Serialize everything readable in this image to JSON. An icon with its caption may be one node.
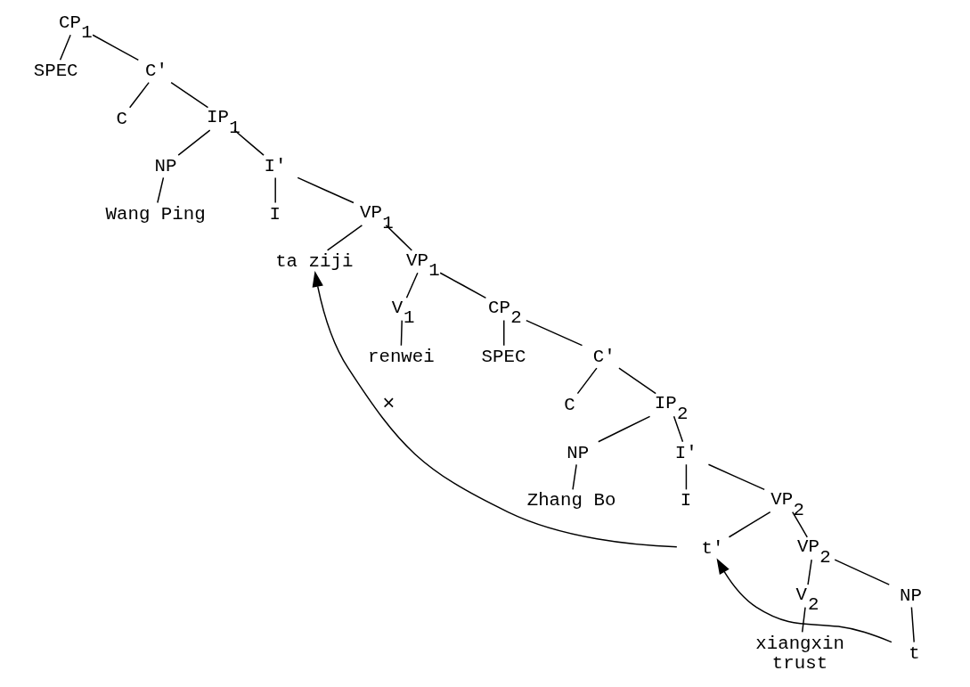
{
  "diagram": {
    "nodes": [
      {
        "text": [
          "CP$_{1}$"
        ]
      },
      {
        "text": [
          "SPEC"
        ]
      },
      {
        "text": [
          "C′"
        ]
      },
      {
        "text": [
          "C"
        ]
      },
      {
        "text": [
          "IP$_{1}$"
        ]
      },
      {
        "text": [
          "NP"
        ]
      },
      {
        "text": [
          "I′"
        ]
      },
      {
        "text": [
          "Wang Ping"
        ]
      },
      {
        "text": [
          "I"
        ]
      },
      {
        "text": [
          "VP$_{1}$"
        ]
      },
      {
        "text": [
          "ta ziji"
        ]
      },
      {
        "text": [
          "VP$_{1}$"
        ]
      },
      {
        "text": [
          "V$_{1}$"
        ]
      },
      {
        "text": [
          "CP$_{2}$"
        ]
      },
      {
        "text": [
          "renwei"
        ]
      },
      {
        "text": [
          "SPEC"
        ]
      },
      {
        "text": [
          "C′"
        ]
      },
      {
        "text": [
          "C"
        ]
      },
      {
        "text": [
          "IP$_{2}$"
        ]
      },
      {
        "text": [
          "NP"
        ]
      },
      {
        "text": [
          "I′"
        ]
      },
      {
        "text": [
          "Zhang Bo"
        ]
      },
      {
        "text": [
          "I"
        ]
      },
      {
        "text": [
          "VP$_{2}$"
        ]
      },
      {
        "text": [
          "t′"
        ]
      },
      {
        "text": [
          "VP$_{2}$"
        ]
      },
      {
        "text": [
          "V$_{2}$"
        ]
      },
      {
        "text": [
          "NP"
        ]
      },
      {
        "text": [
          "xiangxin",
          "trust"
        ]
      },
      {
        "text": [
          "t"
        ]
      }
    ],
    "edges": [
      {
        "from": 0,
        "to": 1,
        "arrow": "none"
      },
      {
        "from": 0,
        "to": 2,
        "arrow": "none"
      },
      {
        "from": 2,
        "to": 3,
        "arrow": "none"
      },
      {
        "from": 2,
        "to": 4,
        "arrow": "none"
      },
      {
        "from": 4,
        "to": 5,
        "arrow": "none"
      },
      {
        "from": 4,
        "to": 6,
        "arrow": "none"
      },
      {
        "from": 5,
        "to": 7,
        "arrow": "none"
      },
      {
        "from": 6,
        "to": 8,
        "arrow": "none"
      },
      {
        "from": 6,
        "to": 9,
        "arrow": "none"
      },
      {
        "from": 9,
        "to": 10,
        "arrow": "none"
      },
      {
        "from": 9,
        "to": 11,
        "arrow": "none"
      },
      {
        "from": 11,
        "to": 12,
        "arrow": "none"
      },
      {
        "from": 11,
        "to": 13,
        "arrow": "none"
      },
      {
        "from": 12,
        "to": 14,
        "arrow": "none"
      },
      {
        "from": 13,
        "to": 15,
        "arrow": "none"
      },
      {
        "from": 13,
        "to": 16,
        "arrow": "none"
      },
      {
        "from": 16,
        "to": 17,
        "arrow": "none"
      },
      {
        "from": 16,
        "to": 18,
        "arrow": "none"
      },
      {
        "from": 18,
        "to": 19,
        "arrow": "none"
      },
      {
        "from": 18,
        "to": 20,
        "arrow": "none"
      },
      {
        "from": 19,
        "to": 21,
        "arrow": "none"
      },
      {
        "from": 20,
        "to": 22,
        "arrow": "none"
      },
      {
        "from": 20,
        "to": 23,
        "arrow": "none"
      },
      {
        "from": 23,
        "to": 24,
        "arrow": "none"
      },
      {
        "from": 23,
        "to": 25,
        "arrow": "none"
      },
      {
        "from": 25,
        "to": 26,
        "arrow": "none"
      },
      {
        "from": 25,
        "to": 27,
        "arrow": "none"
      },
      {
        "from": 26,
        "to": 28,
        "arrow": "none"
      },
      {
        "from": 27,
        "to": 29,
        "arrow": "none"
      },
      {
        "from": 29,
        "to": 24,
        "arrow": "to"
      },
      {
        "from": 24,
        "to": 10,
        "arrow": "to",
        "label": "×"
      }
    ]
  }
}
